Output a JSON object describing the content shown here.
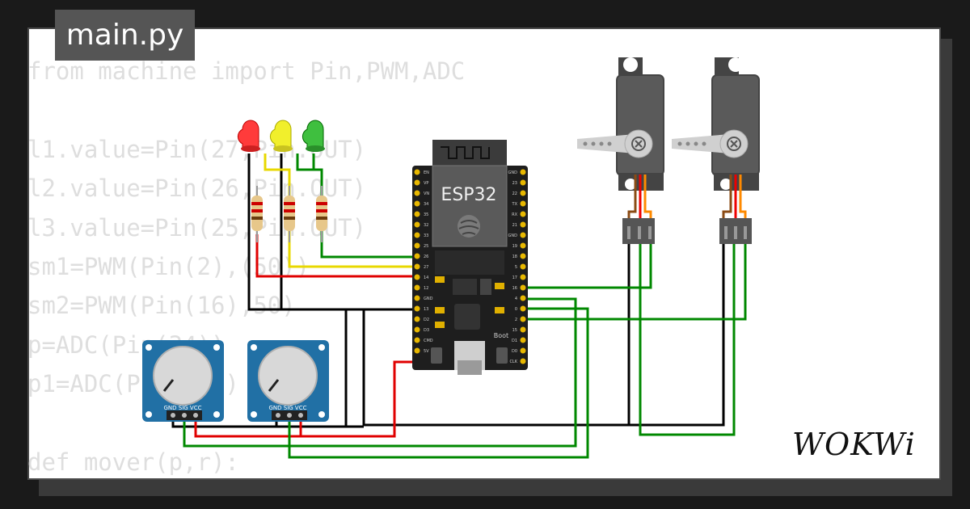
{
  "editor": {
    "tab_title": "main.py",
    "code_lines": [
      "from machine import Pin,PWM,ADC",
      "",
      "l1.value=Pin(27,Pin.OUT)",
      "l2.value=Pin(26,Pin.OUT)",
      "l3.value=Pin(25,Pin.OUT)",
      "sm1=PWM(Pin(2),(50))",
      "sm2=PWM(Pin(16),50)",
      "p=ADC(Pin(34))",
      "p1=ADC(Pin(35))",
      "",
      "def mover(p,r):"
    ]
  },
  "board": {
    "label": "ESP32",
    "boot_label": "Boot",
    "left_pins": [
      "EN",
      "VP",
      "VN",
      "34",
      "35",
      "32",
      "33",
      "25",
      "26",
      "27",
      "14",
      "12",
      "GND",
      "13",
      "D2",
      "D3",
      "CMD",
      "5V"
    ],
    "right_pins": [
      "GND",
      "23",
      "22",
      "TX",
      "RX",
      "21",
      "GND",
      "19",
      "18",
      "5",
      "17",
      "16",
      "4",
      "0",
      "2",
      "15",
      "D1",
      "D0",
      "CLK"
    ]
  },
  "pot_labels": {
    "pin_text": "GND SIG VCC"
  },
  "colors": {
    "wire_black": "#000000",
    "wire_red": "#e00000",
    "wire_yellow": "#e8d800",
    "wire_green": "#008800",
    "board": "#2b2b2b",
    "pot": "#2170a5",
    "servo": "#555555",
    "code_text": "#dedede"
  },
  "branding": {
    "logo_text": "WOKWi"
  }
}
